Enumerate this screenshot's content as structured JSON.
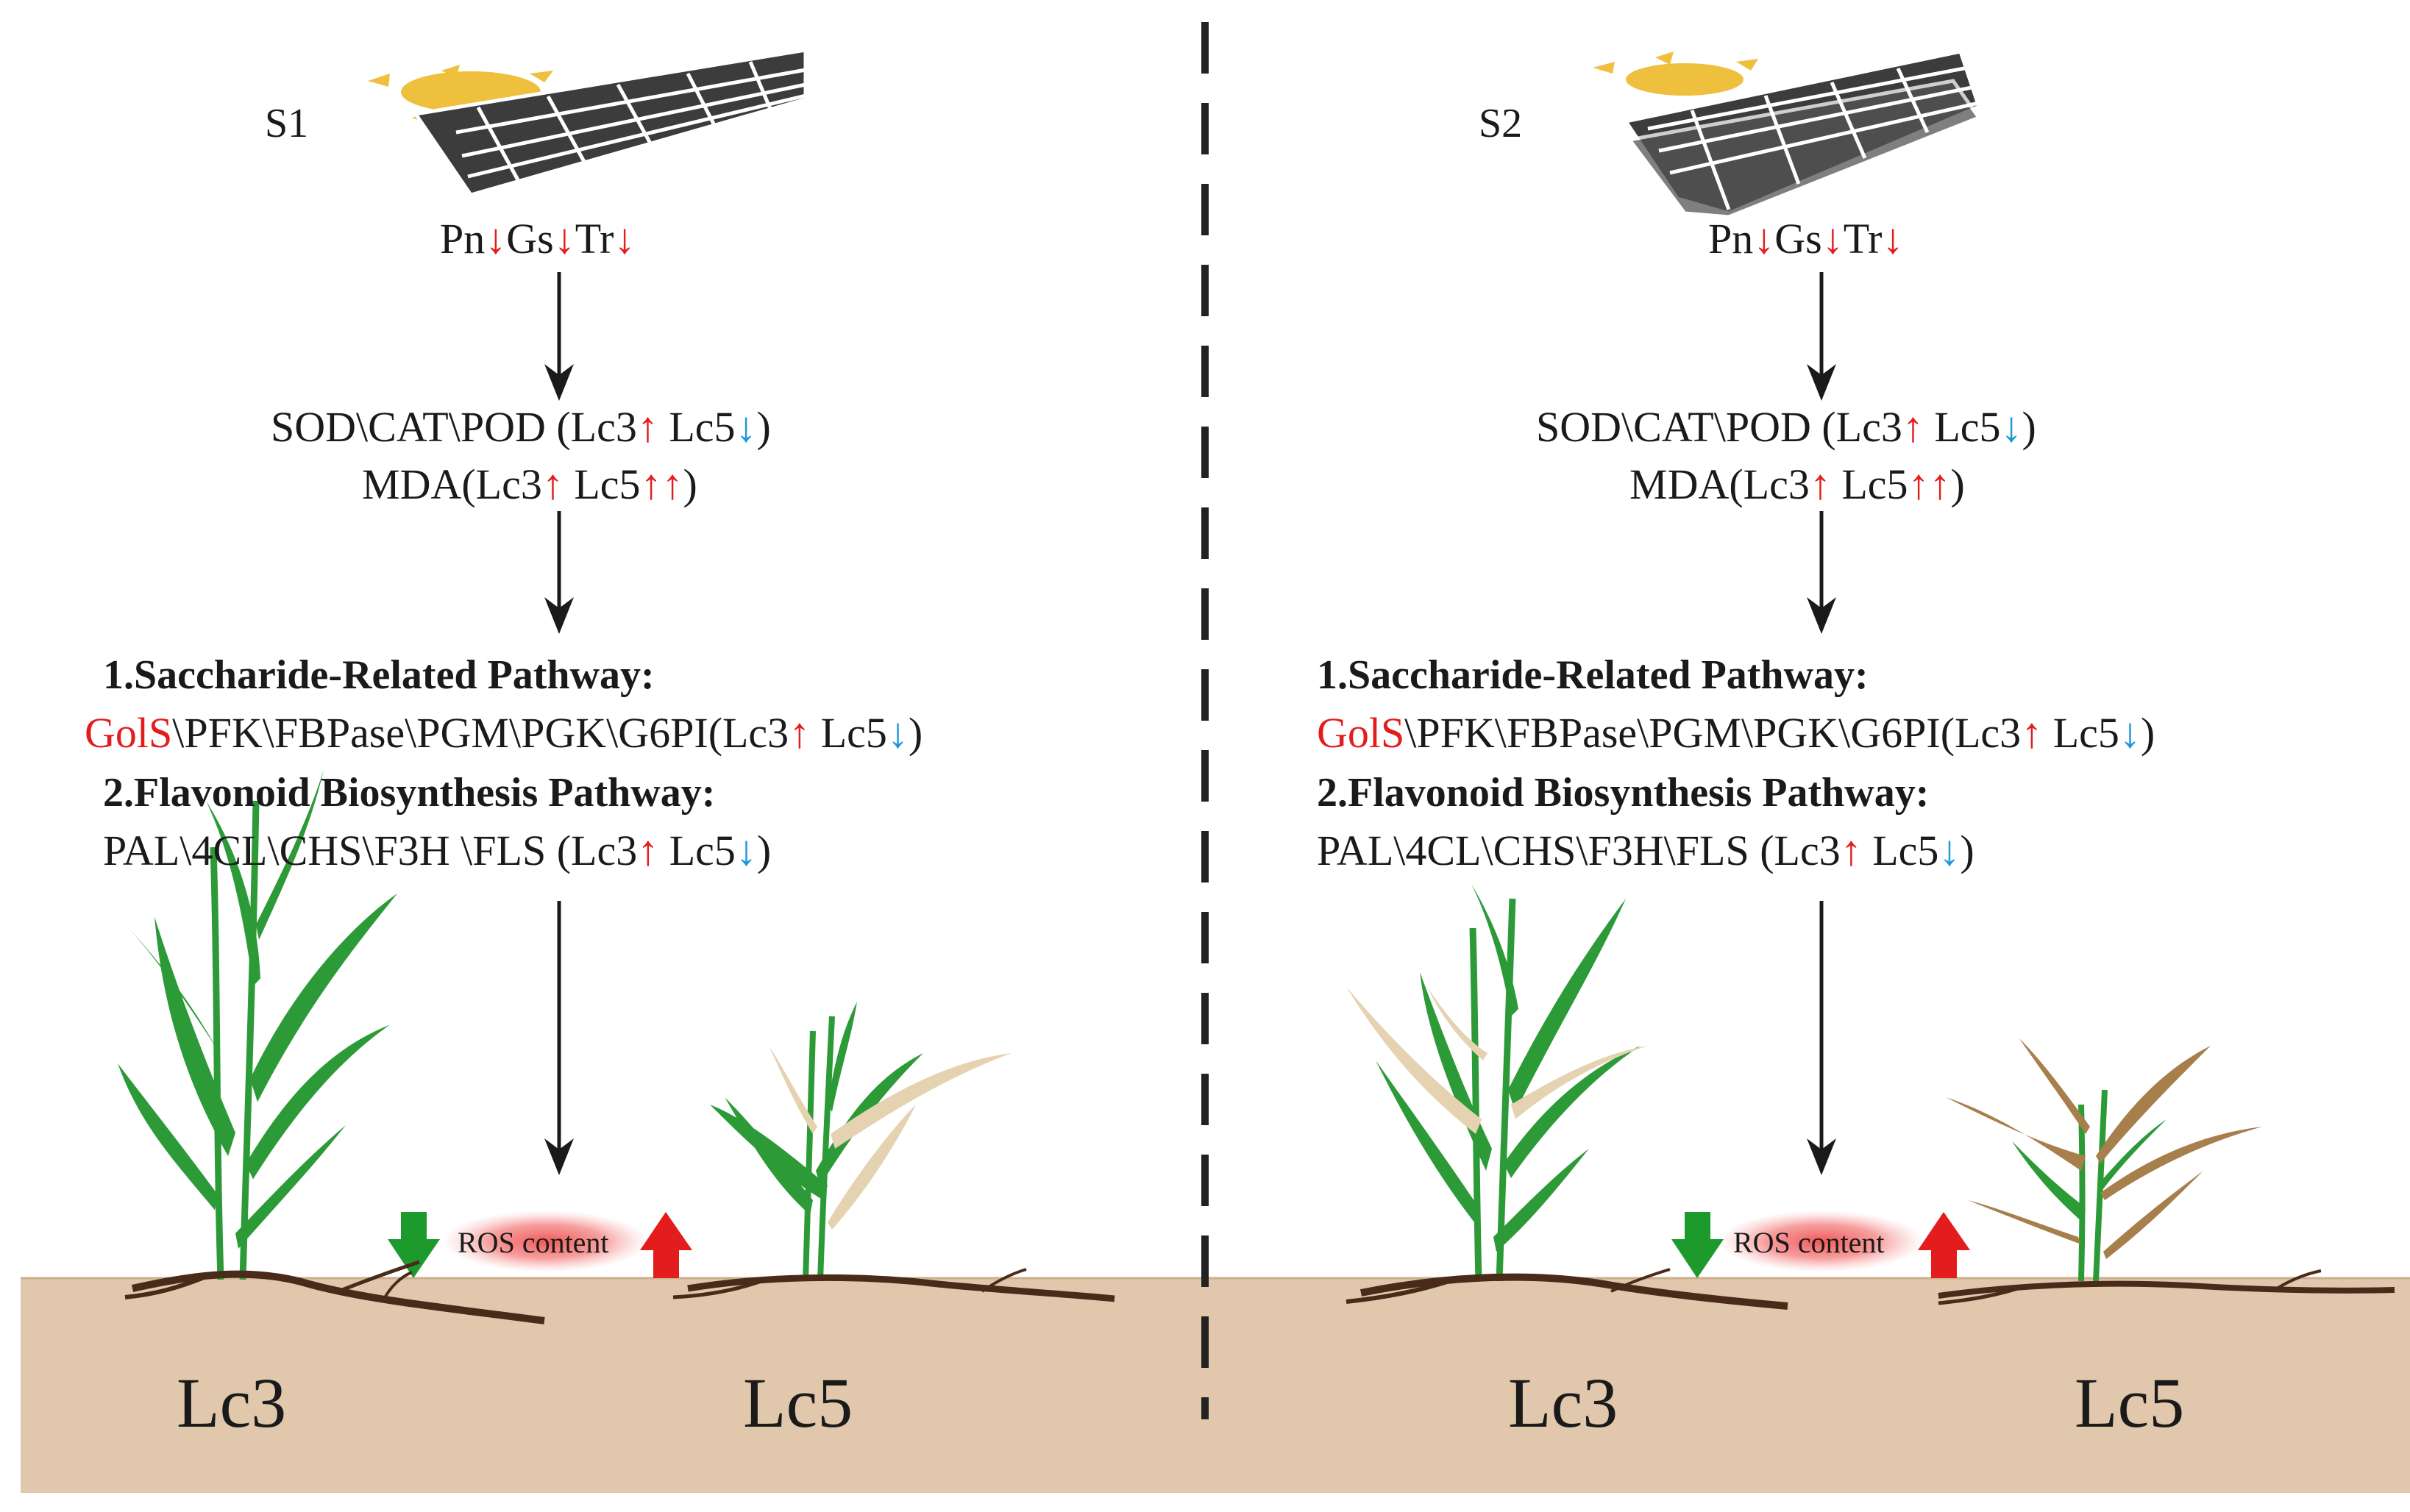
{
  "colors": {
    "soil": "#e1c8ad",
    "soil_edge": "#cdae8e",
    "sun": "#efbf3e",
    "panel": "#3c3c3c",
    "leaf_green": "#2d9a38",
    "leaf_pale": "#e5d2b1",
    "leaf_brown": "#a77f4d",
    "root": "#4a2a18",
    "up_red": "#e31d1d",
    "down_blue": "#1a9ad6",
    "arrow_green": "#1d9a2c",
    "ros_glow": "#f05050",
    "divider": "#222222"
  },
  "icons": {
    "solar_panel": "solar-panel-icon",
    "sun": "sun-icon",
    "plant": "plant-icon",
    "arrow": "flow-arrow-icon"
  },
  "arrows": {
    "up": "↑",
    "down": "↓"
  },
  "left": {
    "scenario": "S1",
    "photo": {
      "pn": "Pn",
      "gs": "Gs",
      "tr": "Tr"
    },
    "enzymes": {
      "text": "SOD\\CAT\\POD (Lc3",
      "mid": " Lc5",
      "close": ")"
    },
    "mda": {
      "text": "MDA(Lc3",
      "mid": " Lc5",
      "close": ")"
    },
    "pathway1_title": "1.Saccharide-Related Pathway:",
    "pathway1": {
      "gene": "GolS",
      "text": "\\PFK\\FBPase\\PGM\\PGK\\G6PI(Lc3",
      "mid": " Lc5",
      "close": ")"
    },
    "pathway2_title": "2.Flavonoid Biosynthesis Pathway:",
    "pathway2": {
      "text": "PAL\\4CL\\CHS\\F3H \\FLS (Lc3",
      "mid": " Lc5",
      "close": ")"
    },
    "ros_label": "ROS content",
    "plant_a": "Lc3",
    "plant_b": "Lc5"
  },
  "right": {
    "scenario": "S2",
    "photo": {
      "pn": "Pn",
      "gs": "Gs",
      "tr": "Tr"
    },
    "enzymes": {
      "text": "SOD\\CAT\\POD (Lc3",
      "mid": " Lc5",
      "close": ")"
    },
    "mda": {
      "text": "MDA(Lc3",
      "mid": " Lc5",
      "close": ")"
    },
    "pathway1_title": "1.Saccharide-Related Pathway:",
    "pathway1": {
      "gene": "GolS",
      "text": "\\PFK\\FBPase\\PGM\\PGK\\G6PI(Lc3",
      "mid": " Lc5",
      "close": ")"
    },
    "pathway2_title": "2.Flavonoid Biosynthesis Pathway:",
    "pathway2": {
      "text": "PAL\\4CL\\CHS\\F3H\\FLS (Lc3",
      "mid": " Lc5",
      "close": ")"
    },
    "ros_label": "ROS content",
    "plant_a": "Lc3",
    "plant_b": "Lc5"
  }
}
